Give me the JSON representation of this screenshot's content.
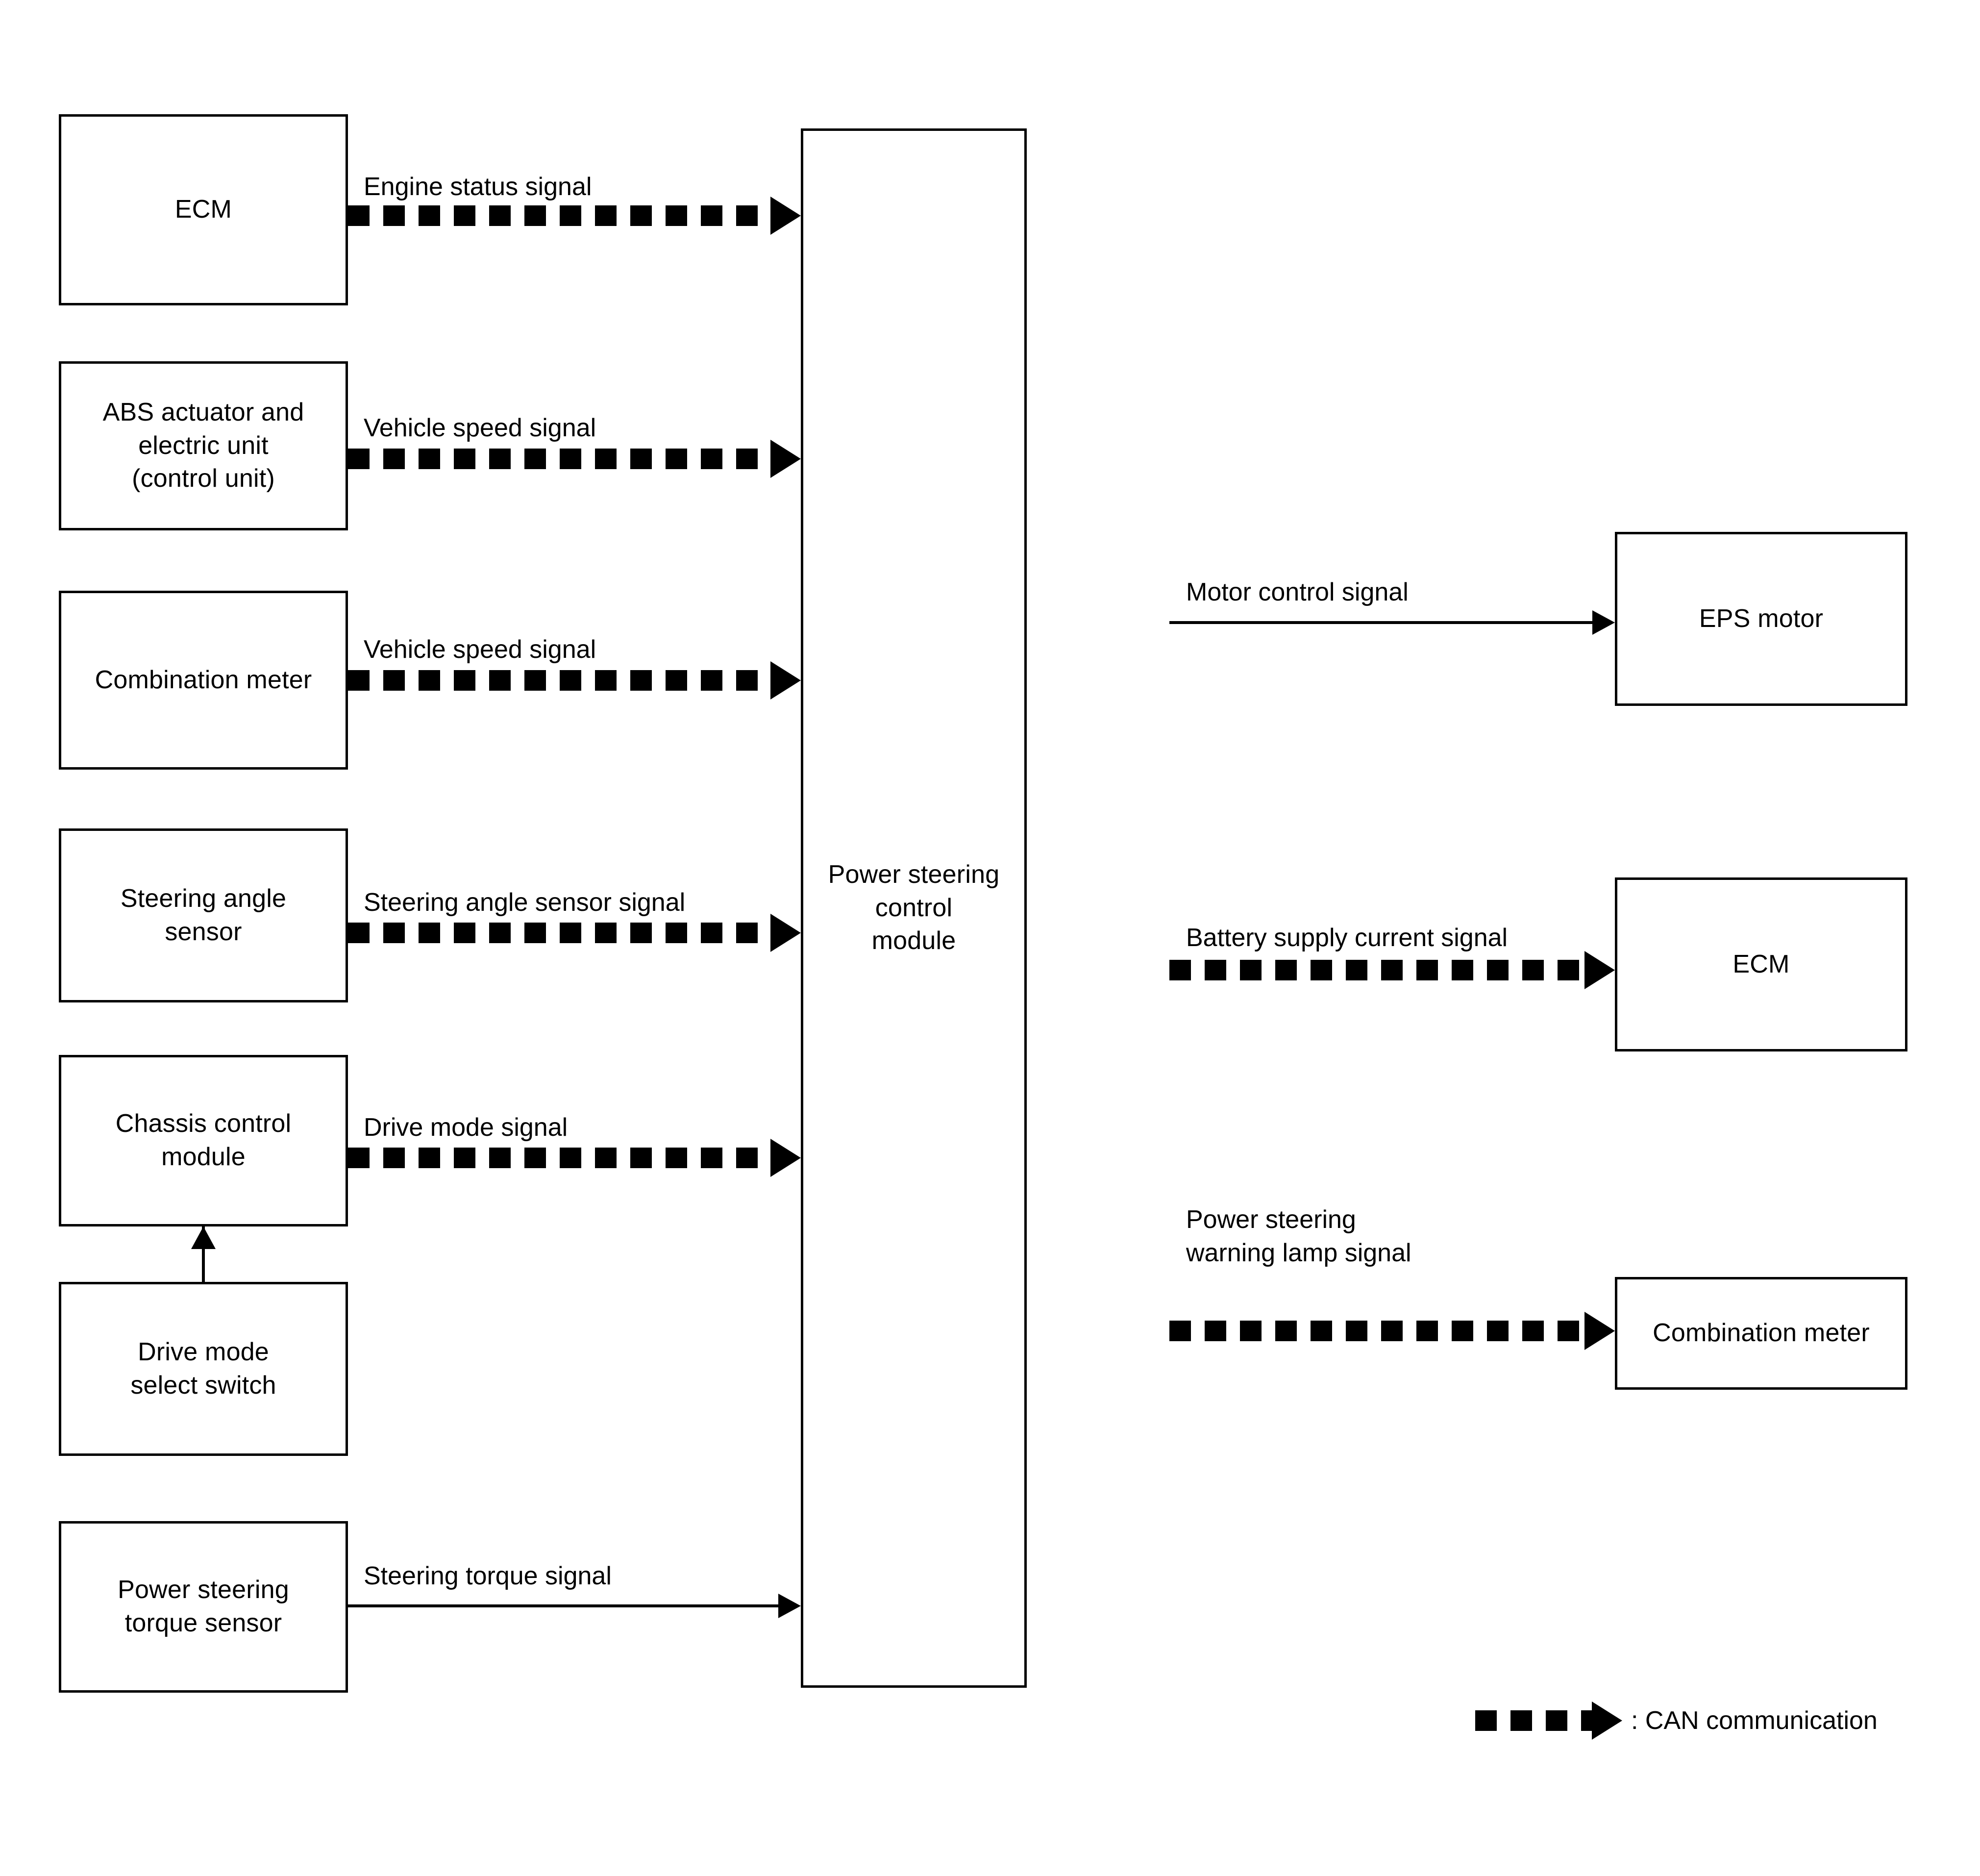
{
  "diagram": {
    "title": "Power steering system block diagram",
    "colors": {
      "line": "#000000",
      "background": "#ffffff",
      "text": "#000000"
    },
    "nodes": {
      "ecm_left": {
        "label": "ECM"
      },
      "abs_unit": {
        "label": "ABS actuator and\nelectric unit\n(control unit)"
      },
      "combination_meter_left": {
        "label": "Combination meter"
      },
      "steering_angle_sensor": {
        "label": "Steering angle\nsensor"
      },
      "chassis_control_module": {
        "label": "Chassis control\nmodule"
      },
      "drive_mode_select_switch": {
        "label": "Drive mode\nselect switch"
      },
      "power_steering_torque_sensor": {
        "label": "Power steering\ntorque sensor"
      },
      "power_steering_control_module": {
        "label": "Power steering control\nmodule"
      },
      "eps_motor": {
        "label": "EPS motor"
      },
      "ecm_right": {
        "label": "ECM"
      },
      "combination_meter_right": {
        "label": "Combination meter"
      }
    },
    "edges": {
      "engine_status": {
        "label": "Engine status signal",
        "type": "can"
      },
      "vehicle_speed_abs": {
        "label": "Vehicle speed signal",
        "type": "can"
      },
      "vehicle_speed_meter": {
        "label": "Vehicle speed signal",
        "type": "can"
      },
      "steering_angle": {
        "label": "Steering angle sensor signal",
        "type": "can"
      },
      "drive_mode": {
        "label": "Drive mode signal",
        "type": "can"
      },
      "steering_torque": {
        "label": "Steering torque signal",
        "type": "plain"
      },
      "motor_control": {
        "label": "Motor control signal",
        "type": "plain"
      },
      "battery_supply": {
        "label": "Battery supply current signal",
        "type": "can"
      },
      "warning_lamp": {
        "label": "Power steering\nwarning lamp signal",
        "type": "can"
      }
    },
    "legend": {
      "arrow_icon": "can-arrow-icon",
      "text": ": CAN communication"
    }
  }
}
